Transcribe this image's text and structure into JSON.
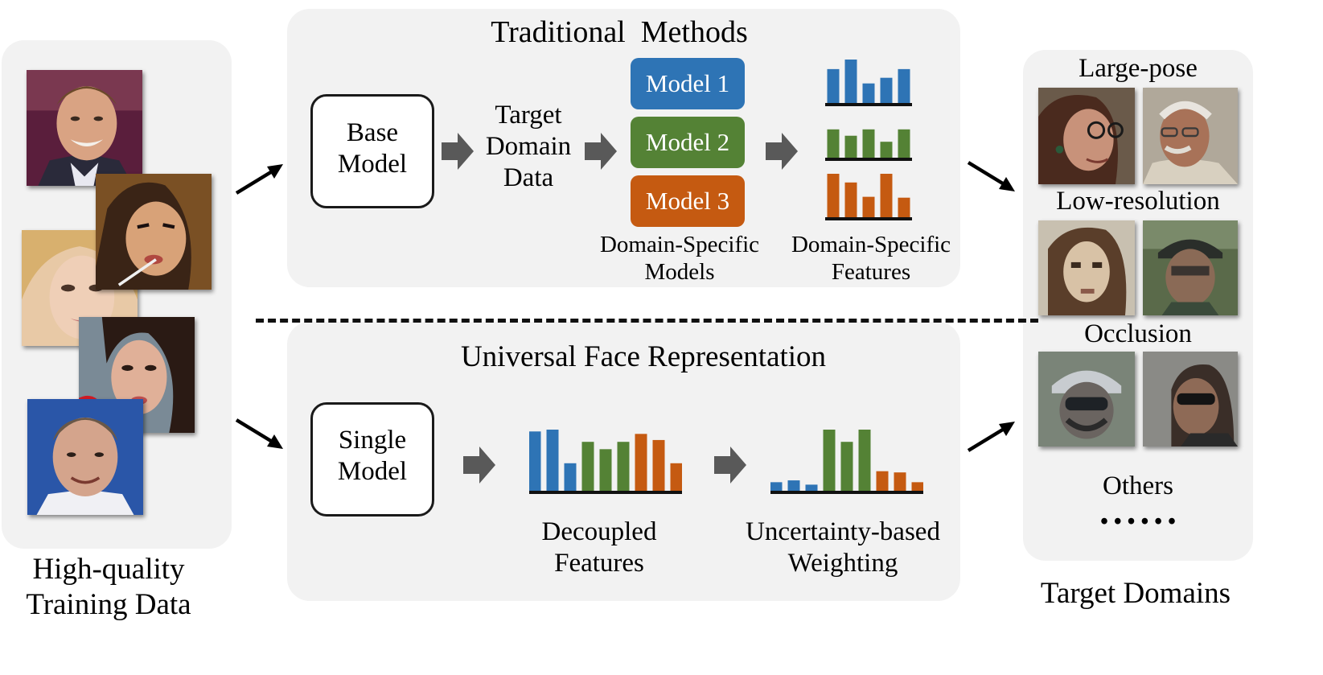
{
  "left": {
    "caption_line1": "High-quality",
    "caption_line2": "Training Data"
  },
  "traditional": {
    "title": "Traditional  Methods",
    "base_model_line1": "Base",
    "base_model_line2": "Model",
    "target_line1": "Target",
    "target_line2": "Domain",
    "target_line3": "Data",
    "model1": "Model 1",
    "model2": "Model 2",
    "model3": "Model 3",
    "models_caption_line1": "Domain-Specific",
    "models_caption_line2": "Models",
    "features_caption_line1": "Domain-Specific",
    "features_caption_line2": "Features"
  },
  "universal": {
    "title": "Universal Face Representation",
    "single_model_line1": "Single",
    "single_model_line2": "Model",
    "decoupled_line1": "Decoupled",
    "decoupled_line2": "Features",
    "weighting_line1": "Uncertainty-based",
    "weighting_line2": "Weighting"
  },
  "right": {
    "large_pose": "Large-pose",
    "low_resolution": "Low-resolution",
    "occlusion": "Occlusion",
    "others": "Others",
    "ellipsis": "• • • • • •",
    "caption": "Target Domains"
  },
  "colors": {
    "blue": "#2e74b5",
    "green": "#548235",
    "orange": "#c55a11",
    "panel": "#f2f2f2",
    "gray_arrow": "#595959"
  },
  "chart_data": [
    {
      "type": "bar",
      "name": "model1-features",
      "color": "blue",
      "values": [
        0.78,
        1.0,
        0.45,
        0.58,
        0.78
      ]
    },
    {
      "type": "bar",
      "name": "model2-features",
      "color": "green",
      "values": [
        0.8,
        0.62,
        0.8,
        0.45,
        0.8
      ]
    },
    {
      "type": "bar",
      "name": "model3-features",
      "color": "orange",
      "values": [
        1.0,
        0.8,
        0.47,
        1.0,
        0.45
      ]
    },
    {
      "type": "bar",
      "name": "decoupled-features",
      "values": [
        0.97,
        1.0,
        0.45,
        0.8,
        0.68,
        0.8,
        0.93,
        0.83,
        0.45
      ],
      "colors": [
        "blue",
        "blue",
        "blue",
        "green",
        "green",
        "green",
        "orange",
        "orange",
        "orange"
      ]
    },
    {
      "type": "bar",
      "name": "uncertainty-weighted-features",
      "values": [
        0.14,
        0.17,
        0.1,
        1.0,
        0.8,
        1.0,
        0.32,
        0.3,
        0.14
      ],
      "colors": [
        "blue",
        "blue",
        "blue",
        "green",
        "green",
        "green",
        "orange",
        "orange",
        "orange"
      ]
    }
  ]
}
